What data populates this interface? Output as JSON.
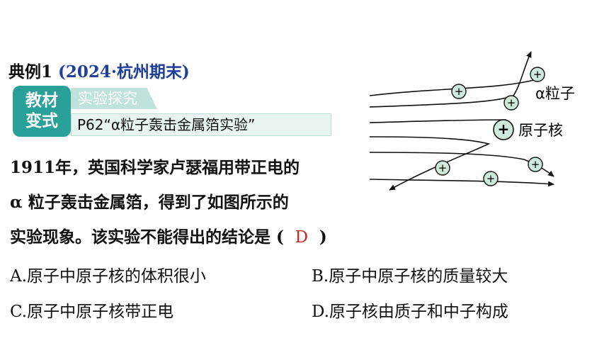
{
  "heading": {
    "label": "典例1",
    "source": "(2024·杭州期末)"
  },
  "badge": {
    "line1": "教材",
    "line2": "变式"
  },
  "tag": {
    "category": "实验探究",
    "reference": "P62“α粒子轰击金属箔实验”"
  },
  "question": {
    "line1": "1911年，英国科学家卢瑟福用带正电的",
    "line2": "α 粒子轰击金属箔，得到了如图所示的",
    "line3_prefix": "实验现象。该实验不能得出的结论是 (",
    "answer": "D",
    "line3_suffix": ")"
  },
  "options": {
    "a": "A.原子中原子核的体积很小",
    "b": "B.原子中原子核的质量较大",
    "c": "C.原子中原子核带正电",
    "d": "D.原子核由质子和中子构成"
  },
  "figure": {
    "alpha_label": "α粒子",
    "nucleus_label": "原子核",
    "plus_sign": "+"
  },
  "colors": {
    "badge": "#2aa198",
    "source_text": "#1f3f9a",
    "answer": "#c0282a",
    "particle_fill": "#cfe8dc"
  }
}
